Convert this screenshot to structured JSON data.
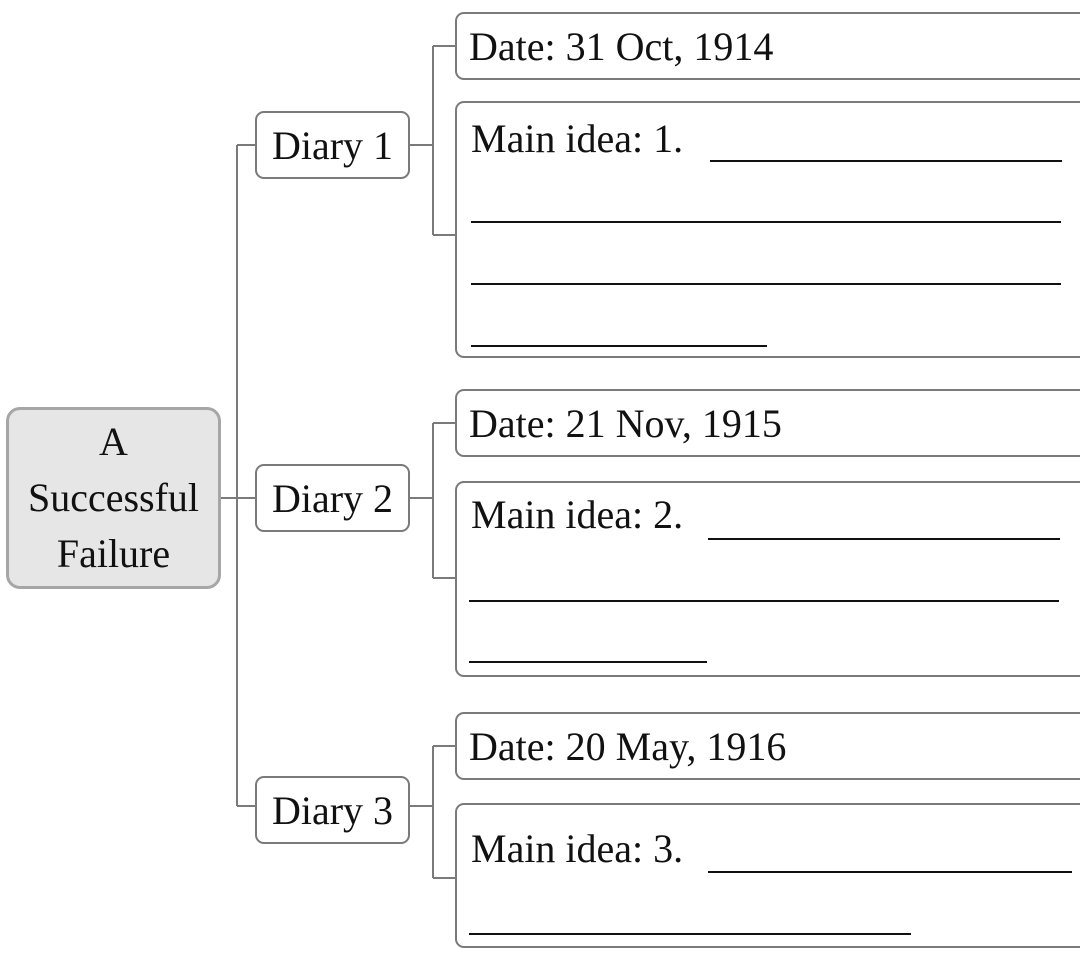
{
  "root": {
    "lines": [
      "A",
      "Successful",
      "Failure"
    ]
  },
  "diaries": [
    {
      "label": "Diary 1",
      "date": "Date: 31 Oct, 1914",
      "main_idea": "Main idea: 1."
    },
    {
      "label": "Diary 2",
      "date": "Date: 21 Nov, 1915",
      "main_idea": "Main idea: 2."
    },
    {
      "label": "Diary 3",
      "date": "Date: 20 May, 1916",
      "main_idea": "Main idea: 3."
    }
  ]
}
